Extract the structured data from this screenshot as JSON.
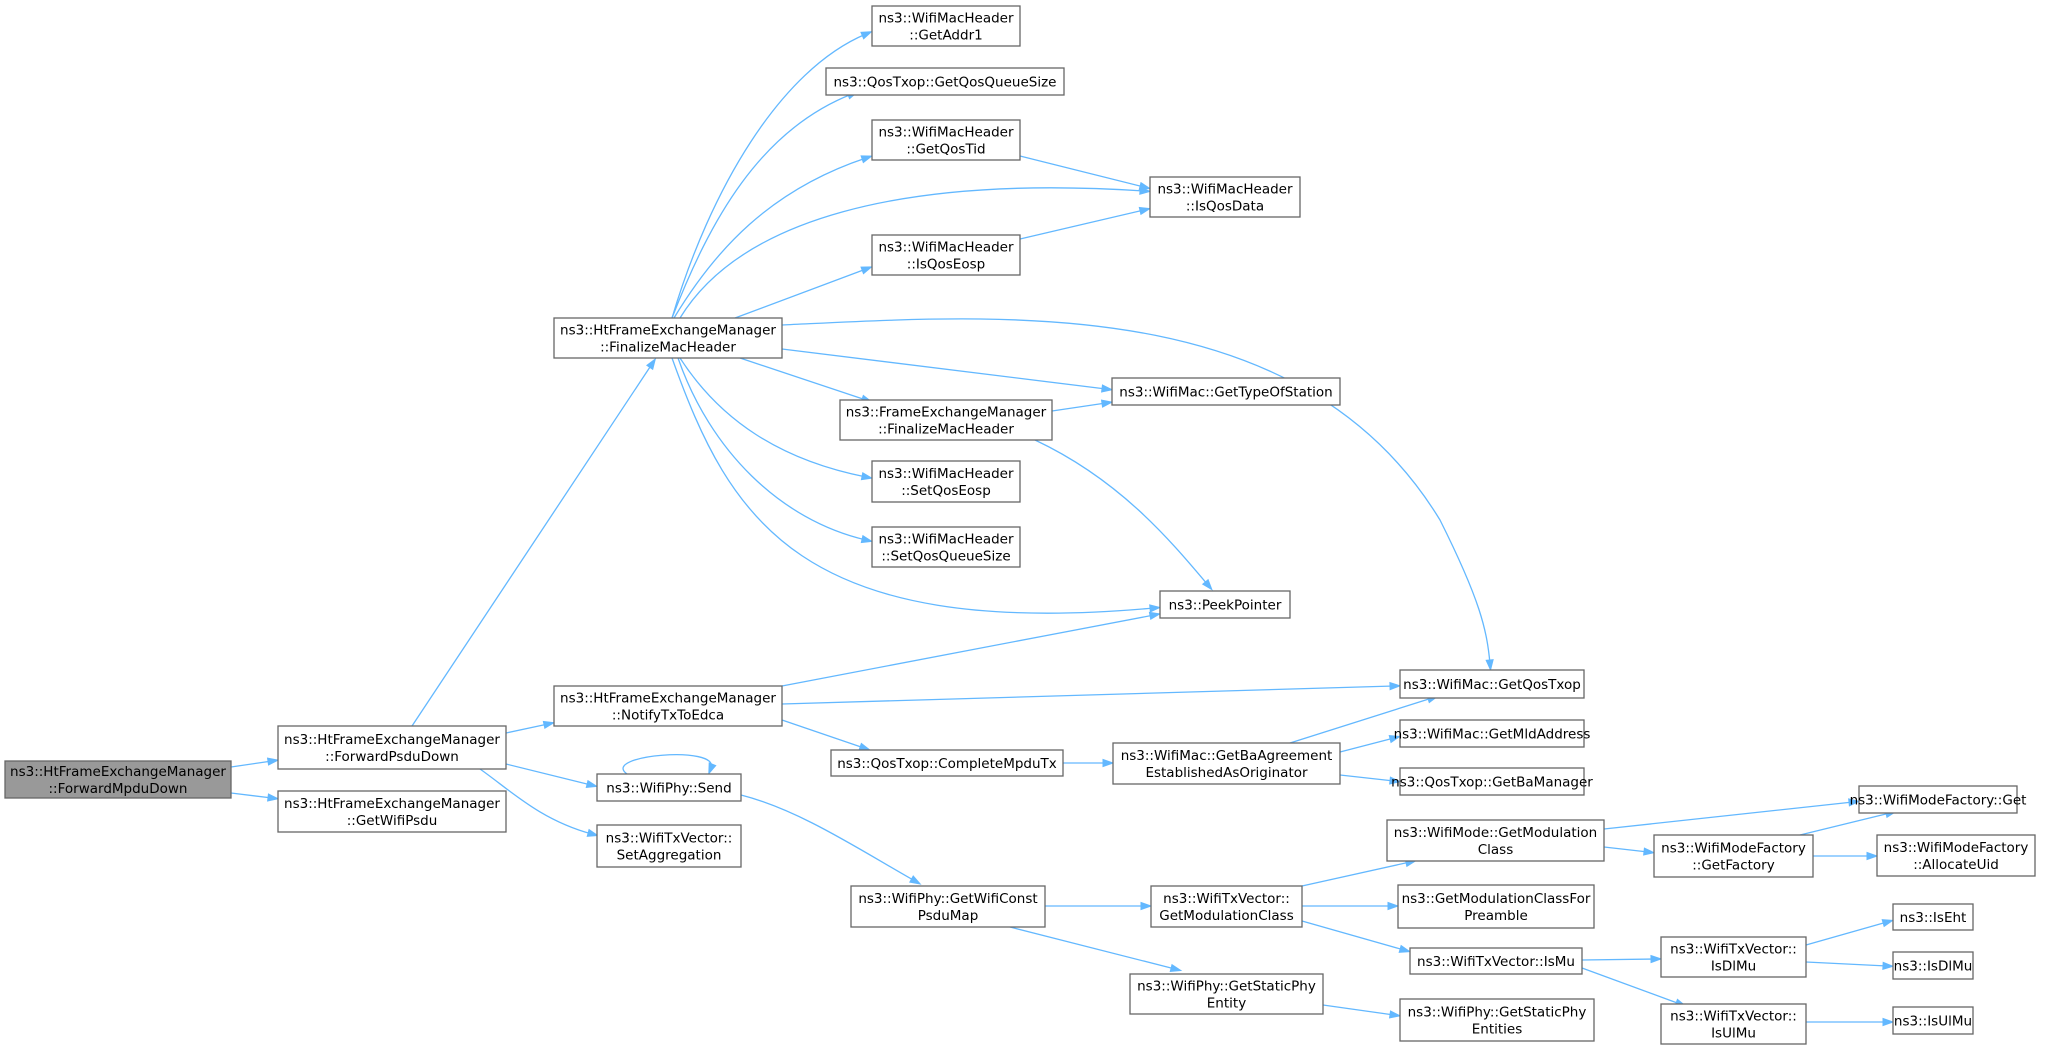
{
  "nodes": [
    {
      "id": "n_root",
      "lines": [
        "ns3::HtFrameExchangeManager",
        "::ForwardMpduDown"
      ],
      "root": true
    },
    {
      "id": "n_fwdpsdu",
      "lines": [
        "ns3::HtFrameExchangeManager",
        "::ForwardPsduDown"
      ]
    },
    {
      "id": "n_getwifipsdu",
      "lines": [
        "ns3::HtFrameExchangeManager",
        "::GetWifiPsdu"
      ]
    },
    {
      "id": "n_finalize_ht",
      "lines": [
        "ns3::HtFrameExchangeManager",
        "::FinalizeMacHeader"
      ]
    },
    {
      "id": "n_notifyedca",
      "lines": [
        "ns3::HtFrameExchangeManager",
        "::NotifyTxToEdca"
      ]
    },
    {
      "id": "n_send",
      "lines": [
        "ns3::WifiPhy::Send"
      ]
    },
    {
      "id": "n_setaggr",
      "lines": [
        "ns3::WifiTxVector::",
        "SetAggregation"
      ]
    },
    {
      "id": "n_getaddr1",
      "lines": [
        "ns3::WifiMacHeader",
        "::GetAddr1"
      ]
    },
    {
      "id": "n_getqosqueuesize",
      "lines": [
        "ns3::QosTxop::GetQosQueueSize"
      ]
    },
    {
      "id": "n_getqostid",
      "lines": [
        "ns3::WifiMacHeader",
        "::GetQosTid"
      ]
    },
    {
      "id": "n_isqoseosp",
      "lines": [
        "ns3::WifiMacHeader",
        "::IsQosEosp"
      ]
    },
    {
      "id": "n_finalize_fem",
      "lines": [
        "ns3::FrameExchangeManager",
        "::FinalizeMacHeader"
      ]
    },
    {
      "id": "n_setqoseosp",
      "lines": [
        "ns3::WifiMacHeader",
        "::SetQosEosp"
      ]
    },
    {
      "id": "n_setqosqueuesize",
      "lines": [
        "ns3::WifiMacHeader",
        "::SetQosQueueSize"
      ]
    },
    {
      "id": "n_isqosdata",
      "lines": [
        "ns3::WifiMacHeader",
        "::IsQosData"
      ]
    },
    {
      "id": "n_gettypeofstation",
      "lines": [
        "ns3::WifiMac::GetTypeOfStation"
      ]
    },
    {
      "id": "n_peekpointer",
      "lines": [
        "ns3::PeekPointer"
      ]
    },
    {
      "id": "n_getqostxop",
      "lines": [
        "ns3::WifiMac::GetQosTxop"
      ]
    },
    {
      "id": "n_completempdu",
      "lines": [
        "ns3::QosTxop::CompleteMpduTx"
      ]
    },
    {
      "id": "n_getbaagreement",
      "lines": [
        "ns3::WifiMac::GetBaAgreement",
        "EstablishedAsOriginator"
      ]
    },
    {
      "id": "n_getmldaddress",
      "lines": [
        "ns3::WifiMac::GetMldAddress"
      ]
    },
    {
      "id": "n_getbamanager",
      "lines": [
        "ns3::QosTxop::GetBaManager"
      ]
    },
    {
      "id": "n_getwificonst",
      "lines": [
        "ns3::WifiPhy::GetWifiConst",
        "PsduMap"
      ]
    },
    {
      "id": "n_txv_getmodclass",
      "lines": [
        "ns3::WifiTxVector::",
        "GetModulationClass"
      ]
    },
    {
      "id": "n_getstaticphyentity",
      "lines": [
        "ns3::WifiPhy::GetStaticPhy",
        "Entity"
      ]
    },
    {
      "id": "n_mode_getmodclass",
      "lines": [
        "ns3::WifiMode::GetModulation",
        "Class"
      ]
    },
    {
      "id": "n_getmodclassforpre",
      "lines": [
        "ns3::GetModulationClassFor",
        "Preamble"
      ]
    },
    {
      "id": "n_ismu",
      "lines": [
        "ns3::WifiTxVector::IsMu"
      ]
    },
    {
      "id": "n_getstaticphyentities",
      "lines": [
        "ns3::WifiPhy::GetStaticPhy",
        "Entities"
      ]
    },
    {
      "id": "n_factory_get",
      "lines": [
        "ns3::WifiModeFactory::Get"
      ]
    },
    {
      "id": "n_getfactory",
      "lines": [
        "ns3::WifiModeFactory",
        "::GetFactory"
      ]
    },
    {
      "id": "n_allocateuid",
      "lines": [
        "ns3::WifiModeFactory",
        "::AllocateUid"
      ]
    },
    {
      "id": "n_isdlmu_txv",
      "lines": [
        "ns3::WifiTxVector::",
        "IsDlMu"
      ]
    },
    {
      "id": "n_isulmu_txv",
      "lines": [
        "ns3::WifiTxVector::",
        "IsUlMu"
      ]
    },
    {
      "id": "n_iseht",
      "lines": [
        "ns3::IsEht"
      ]
    },
    {
      "id": "n_isdlmu",
      "lines": [
        "ns3::IsDlMu"
      ]
    },
    {
      "id": "n_isulmu",
      "lines": [
        "ns3::IsUlMu"
      ]
    }
  ],
  "edges": [
    [
      "n_root",
      "n_fwdpsdu"
    ],
    [
      "n_root",
      "n_getwifipsdu"
    ],
    [
      "n_fwdpsdu",
      "n_finalize_ht"
    ],
    [
      "n_fwdpsdu",
      "n_notifyedca"
    ],
    [
      "n_fwdpsdu",
      "n_send"
    ],
    [
      "n_fwdpsdu",
      "n_setaggr"
    ],
    [
      "n_finalize_ht",
      "n_getaddr1"
    ],
    [
      "n_finalize_ht",
      "n_getqosqueuesize"
    ],
    [
      "n_finalize_ht",
      "n_getqostid"
    ],
    [
      "n_finalize_ht",
      "n_isqosdata"
    ],
    [
      "n_finalize_ht",
      "n_isqoseosp"
    ],
    [
      "n_finalize_ht",
      "n_getqostxop"
    ],
    [
      "n_finalize_ht",
      "n_gettypeofstation"
    ],
    [
      "n_finalize_ht",
      "n_finalize_fem"
    ],
    [
      "n_finalize_ht",
      "n_setqoseosp"
    ],
    [
      "n_finalize_ht",
      "n_setqosqueuesize"
    ],
    [
      "n_finalize_ht",
      "n_peekpointer"
    ],
    [
      "n_getqostid",
      "n_isqosdata"
    ],
    [
      "n_isqoseosp",
      "n_isqosdata"
    ],
    [
      "n_finalize_fem",
      "n_gettypeofstation"
    ],
    [
      "n_finalize_fem",
      "n_peekpointer"
    ],
    [
      "n_notifyedca",
      "n_peekpointer"
    ],
    [
      "n_notifyedca",
      "n_getqostxop"
    ],
    [
      "n_notifyedca",
      "n_completempdu"
    ],
    [
      "n_completempdu",
      "n_getbaagreement"
    ],
    [
      "n_getbaagreement",
      "n_getqostxop"
    ],
    [
      "n_getbaagreement",
      "n_getmldaddress"
    ],
    [
      "n_getbaagreement",
      "n_getbamanager"
    ],
    [
      "n_send",
      "n_send"
    ],
    [
      "n_send",
      "n_getwificonst"
    ],
    [
      "n_getwificonst",
      "n_txv_getmodclass"
    ],
    [
      "n_getwificonst",
      "n_getstaticphyentity"
    ],
    [
      "n_txv_getmodclass",
      "n_mode_getmodclass"
    ],
    [
      "n_txv_getmodclass",
      "n_getmodclassforpre"
    ],
    [
      "n_txv_getmodclass",
      "n_ismu"
    ],
    [
      "n_getstaticphyentity",
      "n_getstaticphyentities"
    ],
    [
      "n_mode_getmodclass",
      "n_factory_get"
    ],
    [
      "n_mode_getmodclass",
      "n_getfactory"
    ],
    [
      "n_getfactory",
      "n_factory_get"
    ],
    [
      "n_getfactory",
      "n_allocateuid"
    ],
    [
      "n_ismu",
      "n_isdlmu_txv"
    ],
    [
      "n_ismu",
      "n_isulmu_txv"
    ],
    [
      "n_isdlmu_txv",
      "n_iseht"
    ],
    [
      "n_isdlmu_txv",
      "n_isdlmu"
    ],
    [
      "n_isulmu_txv",
      "n_isulmu"
    ]
  ],
  "colors": {
    "edge": "#63b8ff",
    "node_border": "#666666",
    "root_fill": "#999999",
    "node_fill": "#ffffff"
  }
}
